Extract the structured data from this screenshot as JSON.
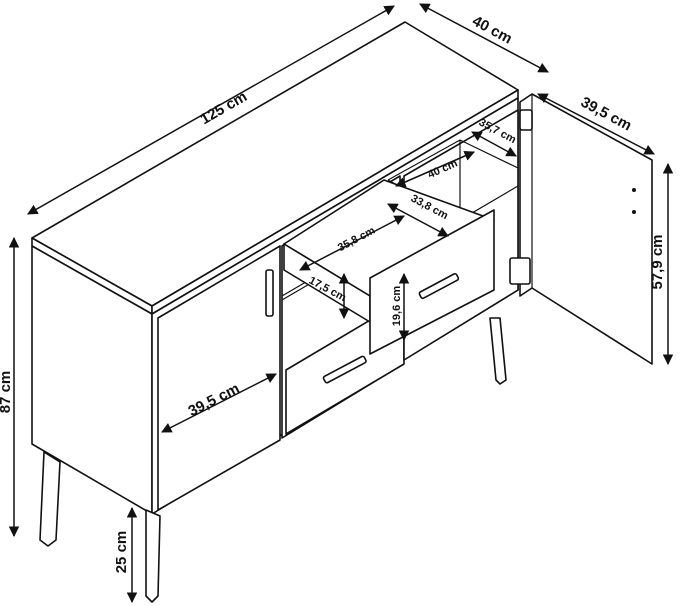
{
  "dimensions": {
    "total_width": "125 cm",
    "total_depth": "40 cm",
    "door_depth": "39,5 cm",
    "inner_depth_top": "35,7 cm",
    "inner_width": "40 cm",
    "drawer_depth_inner": "33,8 cm",
    "drawer_width_inner": "35,8 cm",
    "drawer_height_inner": "17,5 cm",
    "drawer_front_height": "19,6 cm",
    "door_height": "57,9 cm",
    "total_height": "87 cm",
    "door_width": "39,5 cm",
    "leg_height": "25 cm"
  },
  "colors": {
    "line": "#111111",
    "background": "#ffffff"
  }
}
